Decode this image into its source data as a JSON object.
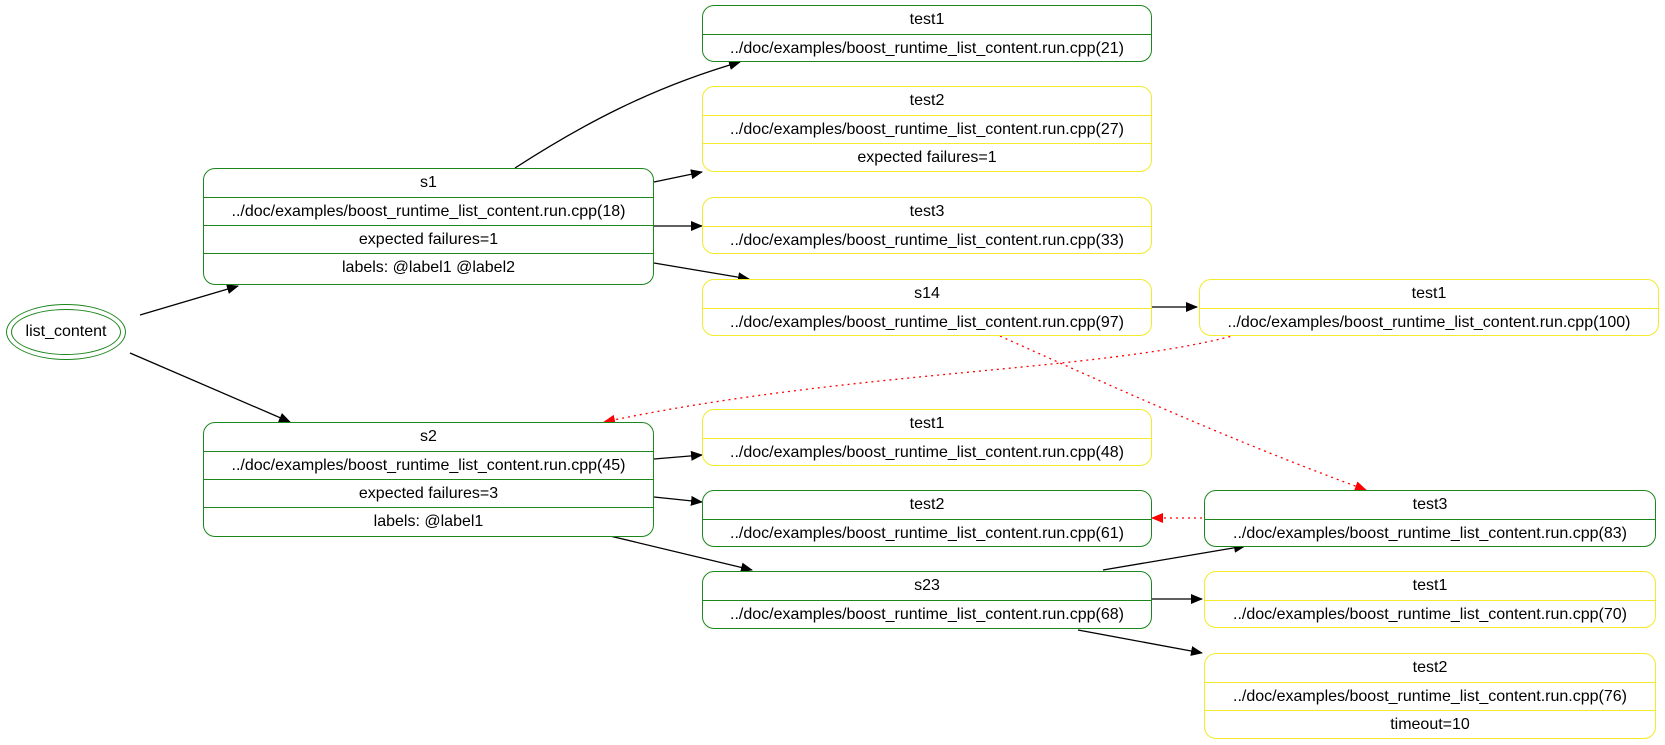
{
  "root": {
    "label": "list_content"
  },
  "nodes": {
    "s1": {
      "title": "s1",
      "location": "../doc/examples/boost_runtime_list_content.run.cpp(18)",
      "expected": "expected failures=1",
      "labels": "labels: @label1 @label2"
    },
    "s1_test1": {
      "title": "test1",
      "location": "../doc/examples/boost_runtime_list_content.run.cpp(21)"
    },
    "s1_test2": {
      "title": "test2",
      "location": "../doc/examples/boost_runtime_list_content.run.cpp(27)",
      "expected": "expected failures=1"
    },
    "s1_test3": {
      "title": "test3",
      "location": "../doc/examples/boost_runtime_list_content.run.cpp(33)"
    },
    "s14": {
      "title": "s14",
      "location": "../doc/examples/boost_runtime_list_content.run.cpp(97)"
    },
    "s14_test1": {
      "title": "test1",
      "location": "../doc/examples/boost_runtime_list_content.run.cpp(100)"
    },
    "s2": {
      "title": "s2",
      "location": "../doc/examples/boost_runtime_list_content.run.cpp(45)",
      "expected": "expected failures=3",
      "labels": "labels: @label1"
    },
    "s2_test1": {
      "title": "test1",
      "location": "../doc/examples/boost_runtime_list_content.run.cpp(48)"
    },
    "s2_test2": {
      "title": "test2",
      "location": "../doc/examples/boost_runtime_list_content.run.cpp(61)"
    },
    "s23": {
      "title": "s23",
      "location": "../doc/examples/boost_runtime_list_content.run.cpp(68)"
    },
    "s23_test3": {
      "title": "test3",
      "location": "../doc/examples/boost_runtime_list_content.run.cpp(83)"
    },
    "s23_test1": {
      "title": "test1",
      "location": "../doc/examples/boost_runtime_list_content.run.cpp(70)"
    },
    "s23_test2": {
      "title": "test2",
      "location": "../doc/examples/boost_runtime_list_content.run.cpp(76)",
      "timeout": "timeout=10"
    }
  },
  "colors": {
    "enabled": "#1d861d",
    "disabled": "#f2ea2a",
    "dependency": "#ff0000",
    "edge": "#000000"
  }
}
